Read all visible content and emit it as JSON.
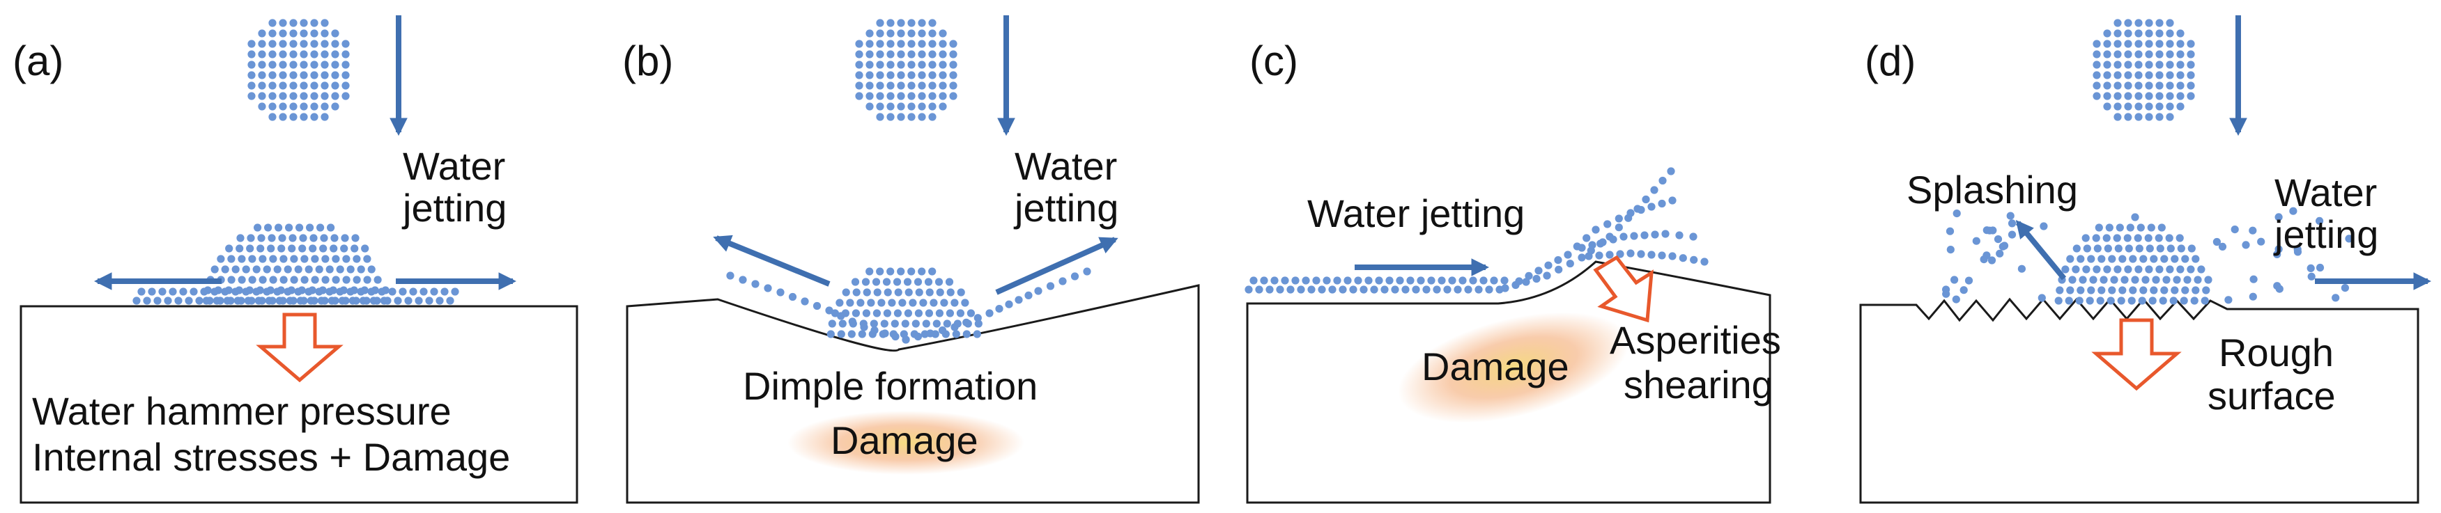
{
  "colors": {
    "droplet": "#6a95d5",
    "arrow": "#3f6fb0",
    "pressure_arrow": "#e8582c",
    "outline": "#1a1a1a",
    "damage_glow": "#f5b87a"
  },
  "panels": [
    {
      "id": "a",
      "label": "(a)",
      "texts": [
        "Water",
        "jetting",
        "Water hammer pressure",
        "Internal stresses + Damage"
      ]
    },
    {
      "id": "b",
      "label": "(b)",
      "texts": [
        "Water",
        "jetting",
        "Dimple formation",
        "Damage"
      ]
    },
    {
      "id": "c",
      "label": "(c)",
      "texts": [
        "Water jetting",
        "Damage",
        "Asperities",
        "shearing"
      ]
    },
    {
      "id": "d",
      "label": "(d)",
      "texts": [
        "Splashing",
        "Water",
        "jetting",
        "Rough",
        "surface"
      ]
    }
  ]
}
